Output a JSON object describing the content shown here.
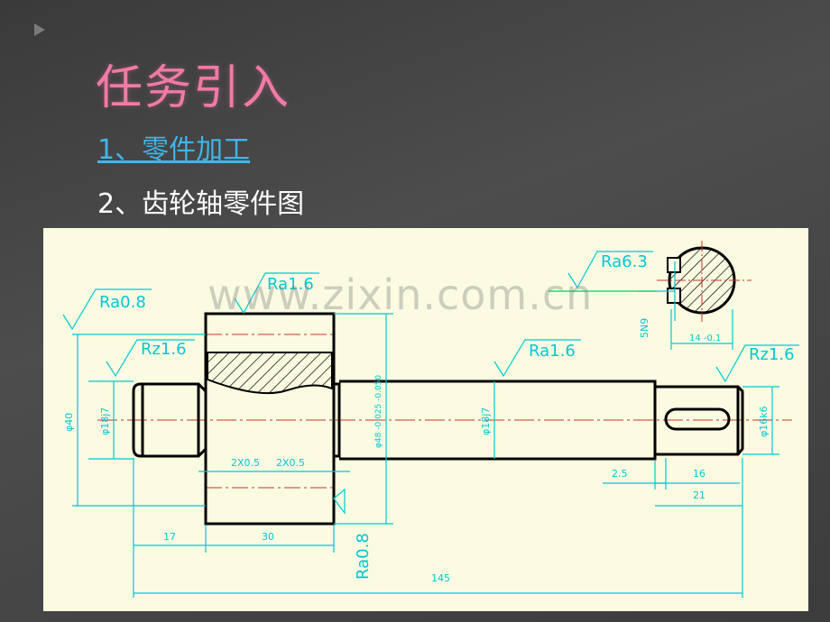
{
  "title": "任务引入",
  "items": [
    {
      "label": "1、零件加工"
    },
    {
      "label": "2、齿轮轴零件图"
    }
  ],
  "watermark": "www.zixin.com.cn",
  "drawing": {
    "roughness": {
      "ra08_left": "Ra0.8",
      "rz16_left": "Rz1.6",
      "ra16_gear": "Ra1.6",
      "ra16_shaft": "Ra1.6",
      "ra63": "Ra6.3",
      "rz16_right": "Rz1.6",
      "ra08_bottom": "Ra0.8"
    },
    "dims": {
      "d40": "φ40",
      "d18_left": "φ18j7",
      "d48": "φ48 -0.025 -0.050",
      "d18_mid": "φ18j7",
      "d16": "φ16k6",
      "chamfer1": "2X0.5",
      "chamfer2": "2X0.5",
      "len17": "17",
      "len30": "30",
      "len145": "145",
      "len2_5": "2.5",
      "len16": "16",
      "len21": "21",
      "key5n9": "5N9",
      "key14": "14 -0.1"
    }
  }
}
